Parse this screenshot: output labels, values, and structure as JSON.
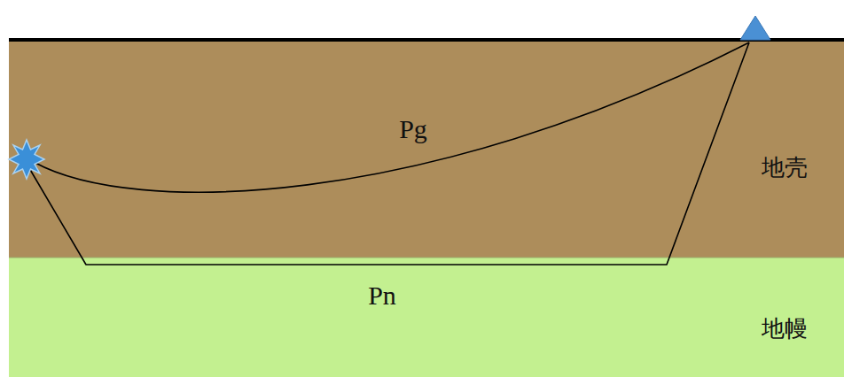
{
  "diagram": {
    "nodes": [
      {
        "text": [
          "地壳"
        ]
      },
      {
        "text": [
          "地幔"
        ]
      }
    ],
    "labels": [
      "Pg",
      "Pn"
    ]
  }
}
